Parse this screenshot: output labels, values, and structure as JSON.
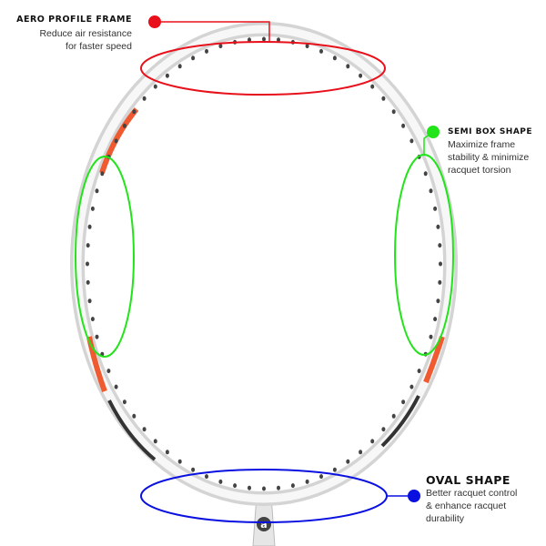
{
  "callouts": {
    "aero": {
      "title": "AERO PROFILE FRAME",
      "lines": [
        "Reduce air resistance",
        "for faster speed"
      ],
      "color": "#e8101a"
    },
    "semi_box": {
      "title": "SEMI BOX SHAPE",
      "lines": [
        "Maximize frame",
        "stability & minimize",
        "racquet torsion"
      ],
      "color": "#22e41a"
    },
    "oval": {
      "title": "OVAL SHAPE",
      "lines": [
        "Better racquet control",
        "& enhance racquet",
        "durability"
      ],
      "color": "#0a10e0"
    }
  },
  "logo": "a"
}
